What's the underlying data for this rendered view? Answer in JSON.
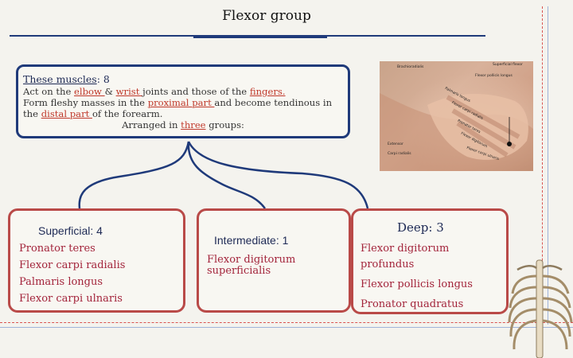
{
  "title": "Flexor group",
  "intro": {
    "heading": "These  muscles",
    "count": ": 8",
    "line1_a": "Act on the ",
    "line1_elbow": "elbow ",
    "line1_amp": "& ",
    "line1_wrist": "wrist ",
    "line1_b": "joints and those of the ",
    "line1_fingers": "fingers.",
    "line2_a": "Form fleshy masses in the ",
    "line2_proximal": "proximal part ",
    "line2_b": "and become tendinous in",
    "line3_a": "the ",
    "line3_distal": "distal part ",
    "line3_b": "of the forearm.",
    "line4_a": "Arranged in ",
    "line4_three": "three",
    "line4_b": " groups:"
  },
  "photo": {
    "labels": [
      "Brachioradialis",
      "Superficial flexor",
      "Flexor pollicis longus",
      "Palmaris longus",
      "Flexor carpi radialis",
      "Pronator teres",
      "Flexor digitorum",
      "Flexor carpi ulnaris",
      "Extensor",
      "Carpi radialis"
    ]
  },
  "groups": {
    "superficial": {
      "title": "Superficial: 4",
      "items": [
        "Pronator teres",
        "Flexor carpi radialis",
        "Palmaris longus",
        "Flexor carpi ulnaris"
      ]
    },
    "intermediate": {
      "title": "Intermediate: 1",
      "items": [
        "Flexor digitorum",
        "superficialis"
      ]
    },
    "deep": {
      "title": "Deep: 3",
      "items": [
        "Flexor digitorum",
        "profundus",
        "Flexor pollicis longus",
        "Pronator quadratus"
      ]
    }
  },
  "colors": {
    "navy": "#1f3a7a",
    "red": "#b94a48",
    "item_text": "#a3243b"
  }
}
